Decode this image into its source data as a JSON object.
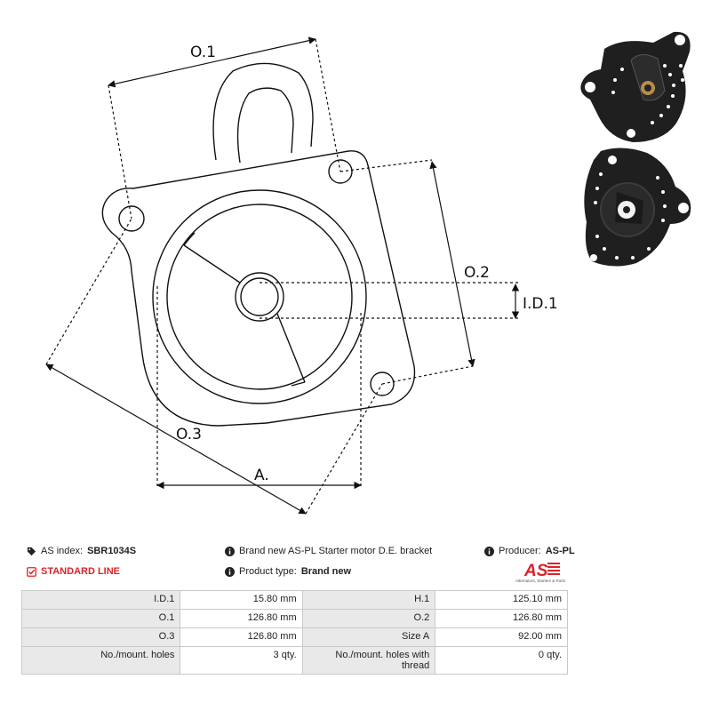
{
  "drawing": {
    "labels": {
      "o1": "O.1",
      "o2": "O.2",
      "o3": "O.3",
      "a": "A.",
      "id1": "I.D.1"
    }
  },
  "info": {
    "as_index_label": "AS index:",
    "as_index_value": "SBR1034S",
    "description": "Brand new AS-PL Starter motor D.E. bracket",
    "producer_label": "Producer:",
    "producer_value": "AS-PL",
    "line": "STANDARD LINE",
    "product_type_label": "Product type:",
    "product_type_value": "Brand new"
  },
  "logo": {
    "mark": "AS",
    "tagline": "Alternators, Starters & Parts"
  },
  "specs": [
    [
      {
        "label": "I.D.1",
        "value": "15.80 mm"
      },
      {
        "label": "H.1",
        "value": "125.10 mm"
      }
    ],
    [
      {
        "label": "O.1",
        "value": "126.80 mm"
      },
      {
        "label": "O.2",
        "value": "126.80 mm"
      }
    ],
    [
      {
        "label": "O.3",
        "value": "126.80 mm"
      },
      {
        "label": "Size A",
        "value": "92.00 mm"
      }
    ],
    [
      {
        "label": "No./mount. holes",
        "value": "3 qty."
      },
      {
        "label": "No./mount. holes with thread",
        "value": "0 qty."
      }
    ]
  ],
  "colors": {
    "accent_red": "#d8232a",
    "label_bg": "#e9e9e9",
    "part_black": "#1f1f1f"
  }
}
